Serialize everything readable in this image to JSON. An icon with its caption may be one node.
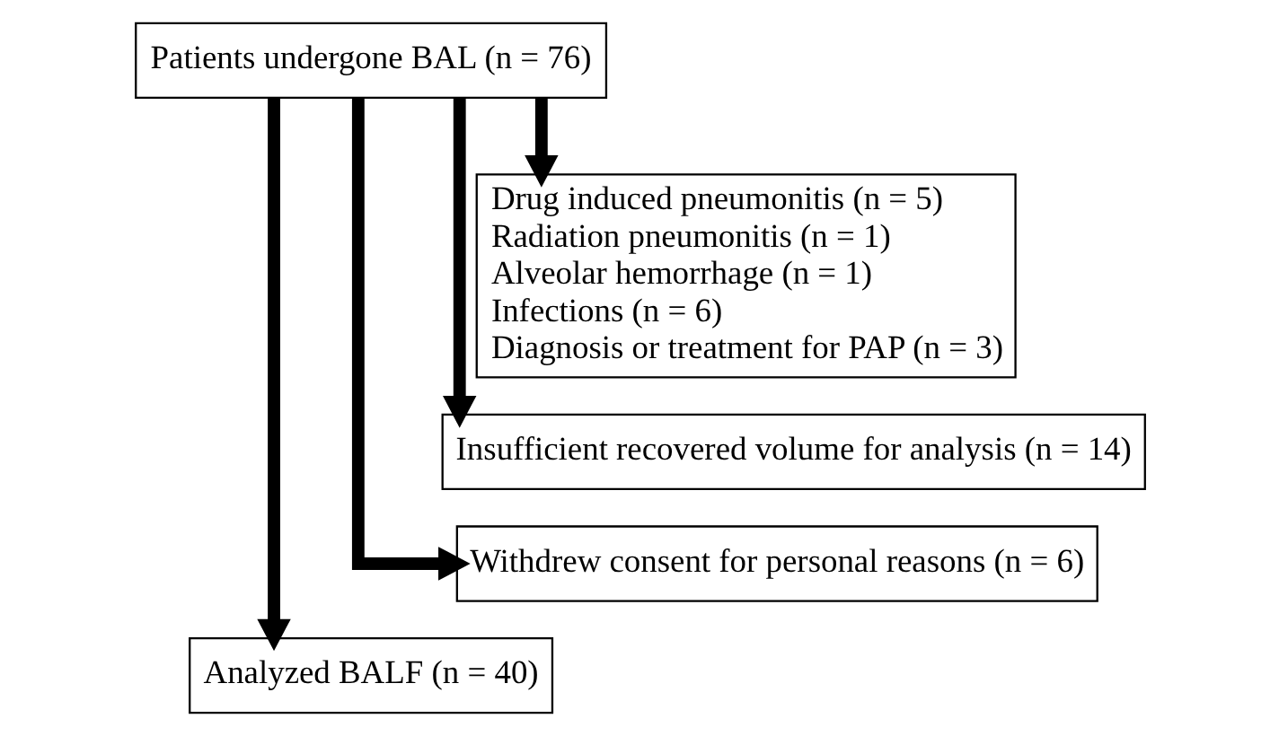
{
  "diagram": {
    "nodes": [
      {
        "text": [
          "Patients undergone BAL (n = 76)"
        ]
      },
      {
        "text": [
          "Drug induced pneumonitis (n = 5)",
          "Radiation pneumonitis (n = 1)",
          "Alveolar hemorrhage (n = 1)",
          "Infections (n = 6)",
          "Diagnosis or treatment for PAP (n = 3)"
        ]
      },
      {
        "text": [
          "Insufficient recovered volume for analysis (n = 14)"
        ]
      },
      {
        "text": [
          "Withdrew consent for personal reasons (n = 6)"
        ]
      },
      {
        "text": [
          "Analyzed BALF (n = 40)"
        ]
      }
    ],
    "edges": [
      {
        "from": 0,
        "to": 4,
        "arrow": "to"
      },
      {
        "from": 0,
        "to": 1,
        "arrow": "to"
      },
      {
        "from": 0,
        "to": 2,
        "arrow": "to"
      },
      {
        "from": 0,
        "to": 3,
        "arrow": "to"
      }
    ]
  }
}
